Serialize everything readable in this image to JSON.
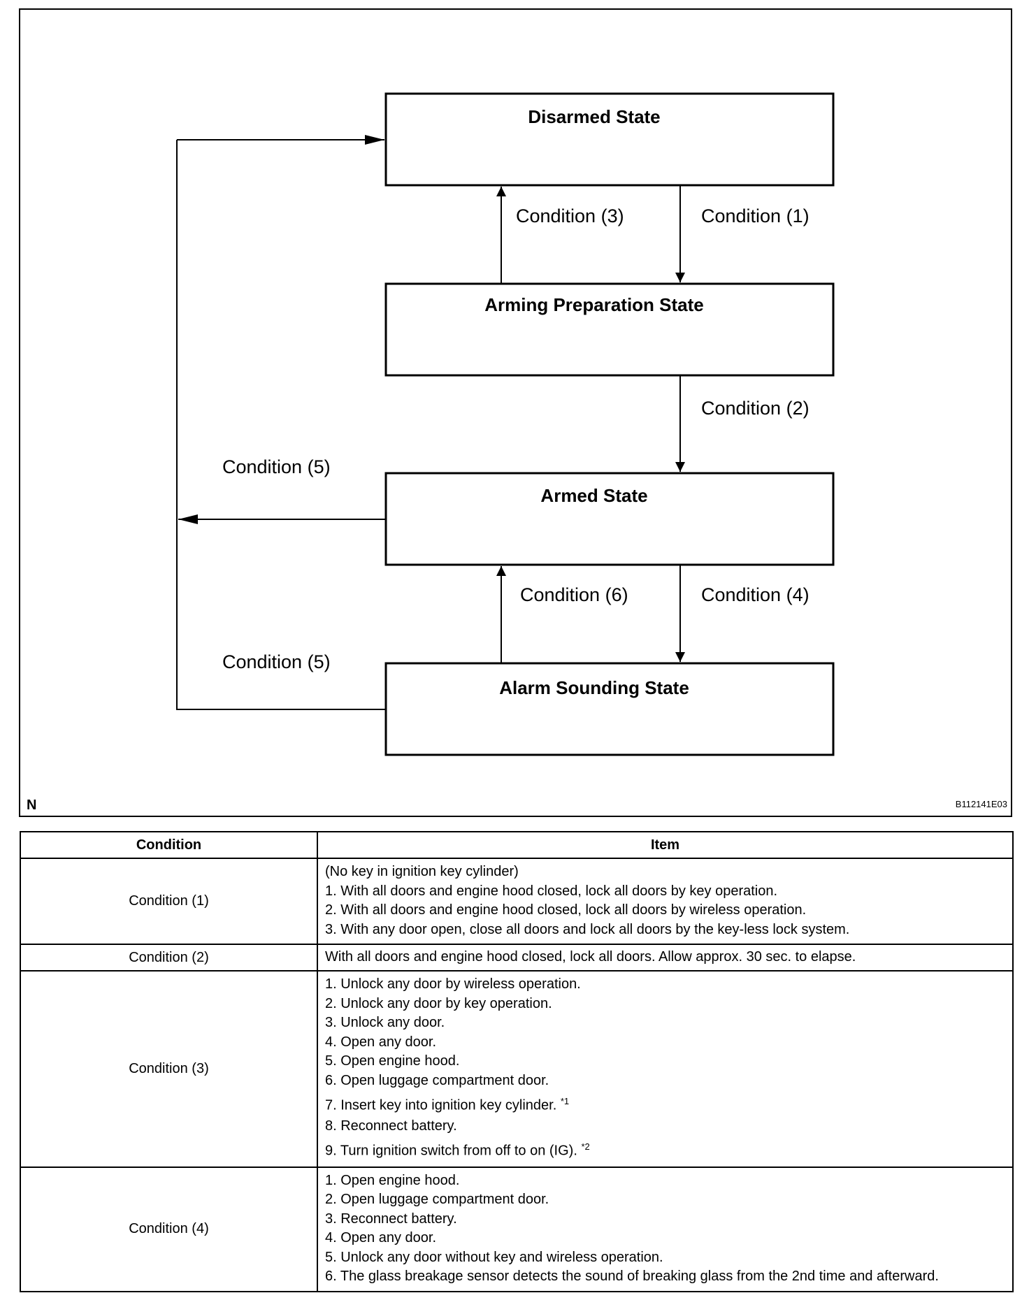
{
  "diagram": {
    "states": {
      "disarmed": "Disarmed State",
      "arming_preparation": "Arming Preparation State",
      "armed": "Armed State",
      "alarm_sounding": "Alarm Sounding State"
    },
    "transitions": {
      "c1": "Condition (1)",
      "c2": "Condition (2)",
      "c3": "Condition (3)",
      "c4": "Condition (4)",
      "c5_armed": "Condition (5)",
      "c5_alarm": "Condition (5)",
      "c6": "Condition (6)"
    },
    "corner_left": "N",
    "figure_id": "B112141E03"
  },
  "table": {
    "headers": {
      "condition": "Condition",
      "item": "Item"
    },
    "rows": [
      {
        "condition": "Condition (1)",
        "items": [
          "(No key in ignition key cylinder)",
          "1. With all doors and engine hood closed, lock all doors by key operation.",
          "2. With all doors and engine hood closed, lock all doors by wireless operation.",
          "3. With any door open, close all doors and lock all doors by the key-less lock system."
        ]
      },
      {
        "condition": "Condition (2)",
        "items": [
          "With all doors and engine hood closed, lock all doors. Allow approx. 30 sec. to elapse."
        ]
      },
      {
        "condition": "Condition (3)",
        "items": [
          "1. Unlock any door by wireless operation.",
          "2. Unlock any door by key operation.",
          "3. Unlock any door.",
          "4. Open any door.",
          "5. Open engine hood.",
          "6. Open luggage compartment door.",
          "7. Insert key into ignition key cylinder.",
          "8. Reconnect battery.",
          "9. Turn ignition switch from off to on (IG)."
        ],
        "footnote_7": "*1",
        "footnote_9": "*2"
      },
      {
        "condition": "Condition (4)",
        "items": [
          "1. Open engine hood.",
          "2. Open luggage compartment door.",
          "3. Reconnect battery.",
          "4. Open any door.",
          "5. Unlock any door without key and wireless operation.",
          "6. The glass breakage sensor detects the sound of breaking glass from the 2nd time and afterward."
        ]
      }
    ]
  }
}
